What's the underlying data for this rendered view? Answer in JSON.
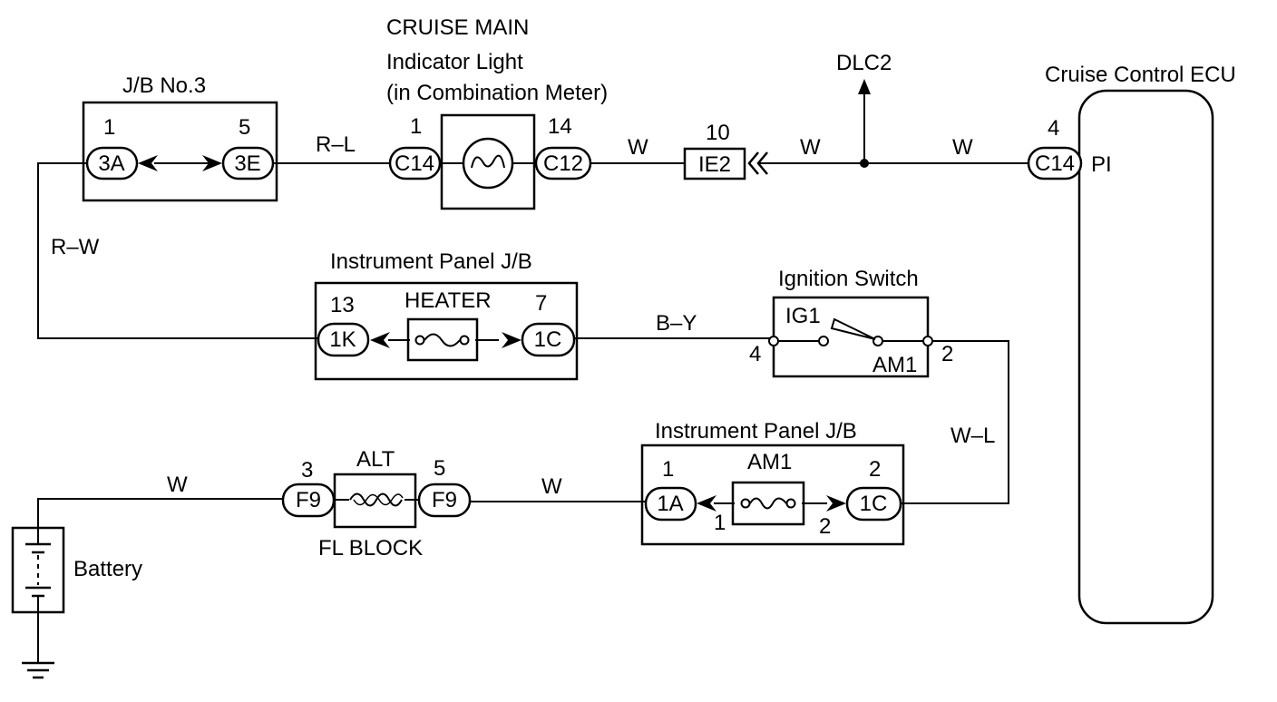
{
  "diagram": {
    "components": {
      "jb3": {
        "title": "J/B No.3",
        "pin_left": "1",
        "pin_right": "5",
        "conn_left": "3A",
        "conn_right": "3E"
      },
      "cruise_main": {
        "title_line1": "CRUISE MAIN",
        "title_line2": "Indicator Light",
        "title_line3": "(in Combination Meter)",
        "pin_left": "1",
        "pin_right": "14",
        "conn_left": "C14",
        "conn_right": "C12"
      },
      "ie2": {
        "pin": "10",
        "conn": "IE2"
      },
      "dlc2": {
        "label": "DLC2"
      },
      "ecu": {
        "title": "Cruise Control ECU",
        "pin": "4",
        "conn": "C14",
        "terminal": "PI"
      },
      "ip_jb_heater": {
        "title": "Instrument Panel J/B",
        "fuse": "HEATER",
        "pin_left": "13",
        "pin_right": "7",
        "conn_left": "1K",
        "conn_right": "1C"
      },
      "ignition": {
        "title": "Ignition Switch",
        "terminal_ig1": "IG1",
        "terminal_am1": "AM1",
        "pin_left": "4",
        "pin_right": "2"
      },
      "ip_jb_am1": {
        "title": "Instrument Panel J/B",
        "fuse": "AM1",
        "pin_left": "1",
        "pin_right": "2",
        "conn_left": "1A",
        "conn_right": "1C",
        "inner_left": "1",
        "inner_right": "2"
      },
      "fl_block": {
        "title": "FL BLOCK",
        "fuse": "ALT",
        "pin_left": "3",
        "pin_right": "5",
        "conn_left": "F9",
        "conn_right": "F9"
      },
      "battery": {
        "label": "Battery"
      }
    },
    "wires": {
      "rl": "R–L",
      "w1": "W",
      "w2": "W",
      "w3": "W",
      "rw": "R–W",
      "by": "B–Y",
      "wl": "W–L",
      "w4": "W",
      "w5": "W"
    }
  }
}
